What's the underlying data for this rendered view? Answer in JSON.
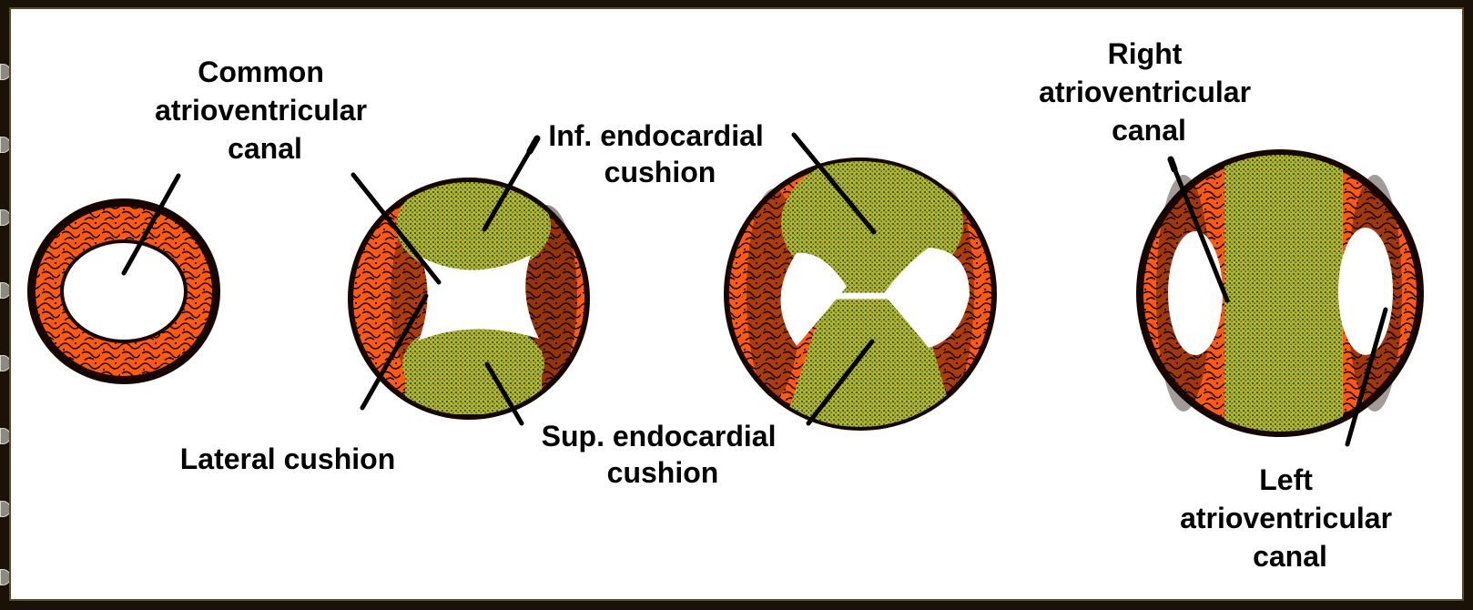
{
  "colors": {
    "muscle": "#ff5a0f",
    "muscle_dark": "#160600",
    "cushion": "#b8ae30",
    "cushion_dot": "#2a6a12",
    "background": "#ffffff",
    "frame": "#1a1206"
  },
  "labels": {
    "common_avc": [
      "Common",
      "atrioventricular",
      "canal"
    ],
    "lateral_cushion": [
      "Lateral cushion"
    ],
    "inf_cushion": [
      "Inf. endocardial",
      "cushion"
    ],
    "sup_cushion": [
      "Sup. endocardial",
      "cushion"
    ],
    "right_avc": [
      "Right",
      "atrioventricular",
      "canal"
    ],
    "left_avc": [
      "Left",
      "atrioventricular",
      "canal"
    ]
  }
}
